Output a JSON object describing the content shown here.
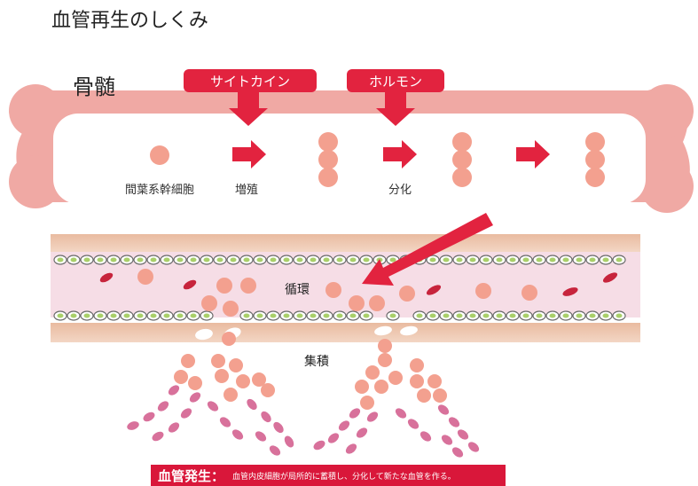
{
  "title": "血管再生のしくみ",
  "bone": {
    "label": "骨髄"
  },
  "signals": {
    "cytokine": "サイトカイン",
    "hormone": "ホルモン"
  },
  "stages": {
    "msc": "間葉系幹細胞",
    "proliferation": "増殖",
    "differentiation": "分化"
  },
  "vessel": {
    "circulation": "循環",
    "accumulation": "集積"
  },
  "footer": {
    "term": "血管発生：",
    "description": "血管内皮細胞が局所的に蓄積し、分化して新たな血管を作る。"
  },
  "colors": {
    "bone": "#f0a9a4",
    "bone_inner": "#ffffff",
    "red_accent": "#e2233f",
    "cell": "#f3a08f",
    "vessel_lumen": "#f6dde6",
    "vessel_wall": "#e8b69a",
    "endothelial_green": "#a9cf6a",
    "rbc": "#c7243c",
    "sprout_pink": "#d8719b"
  }
}
